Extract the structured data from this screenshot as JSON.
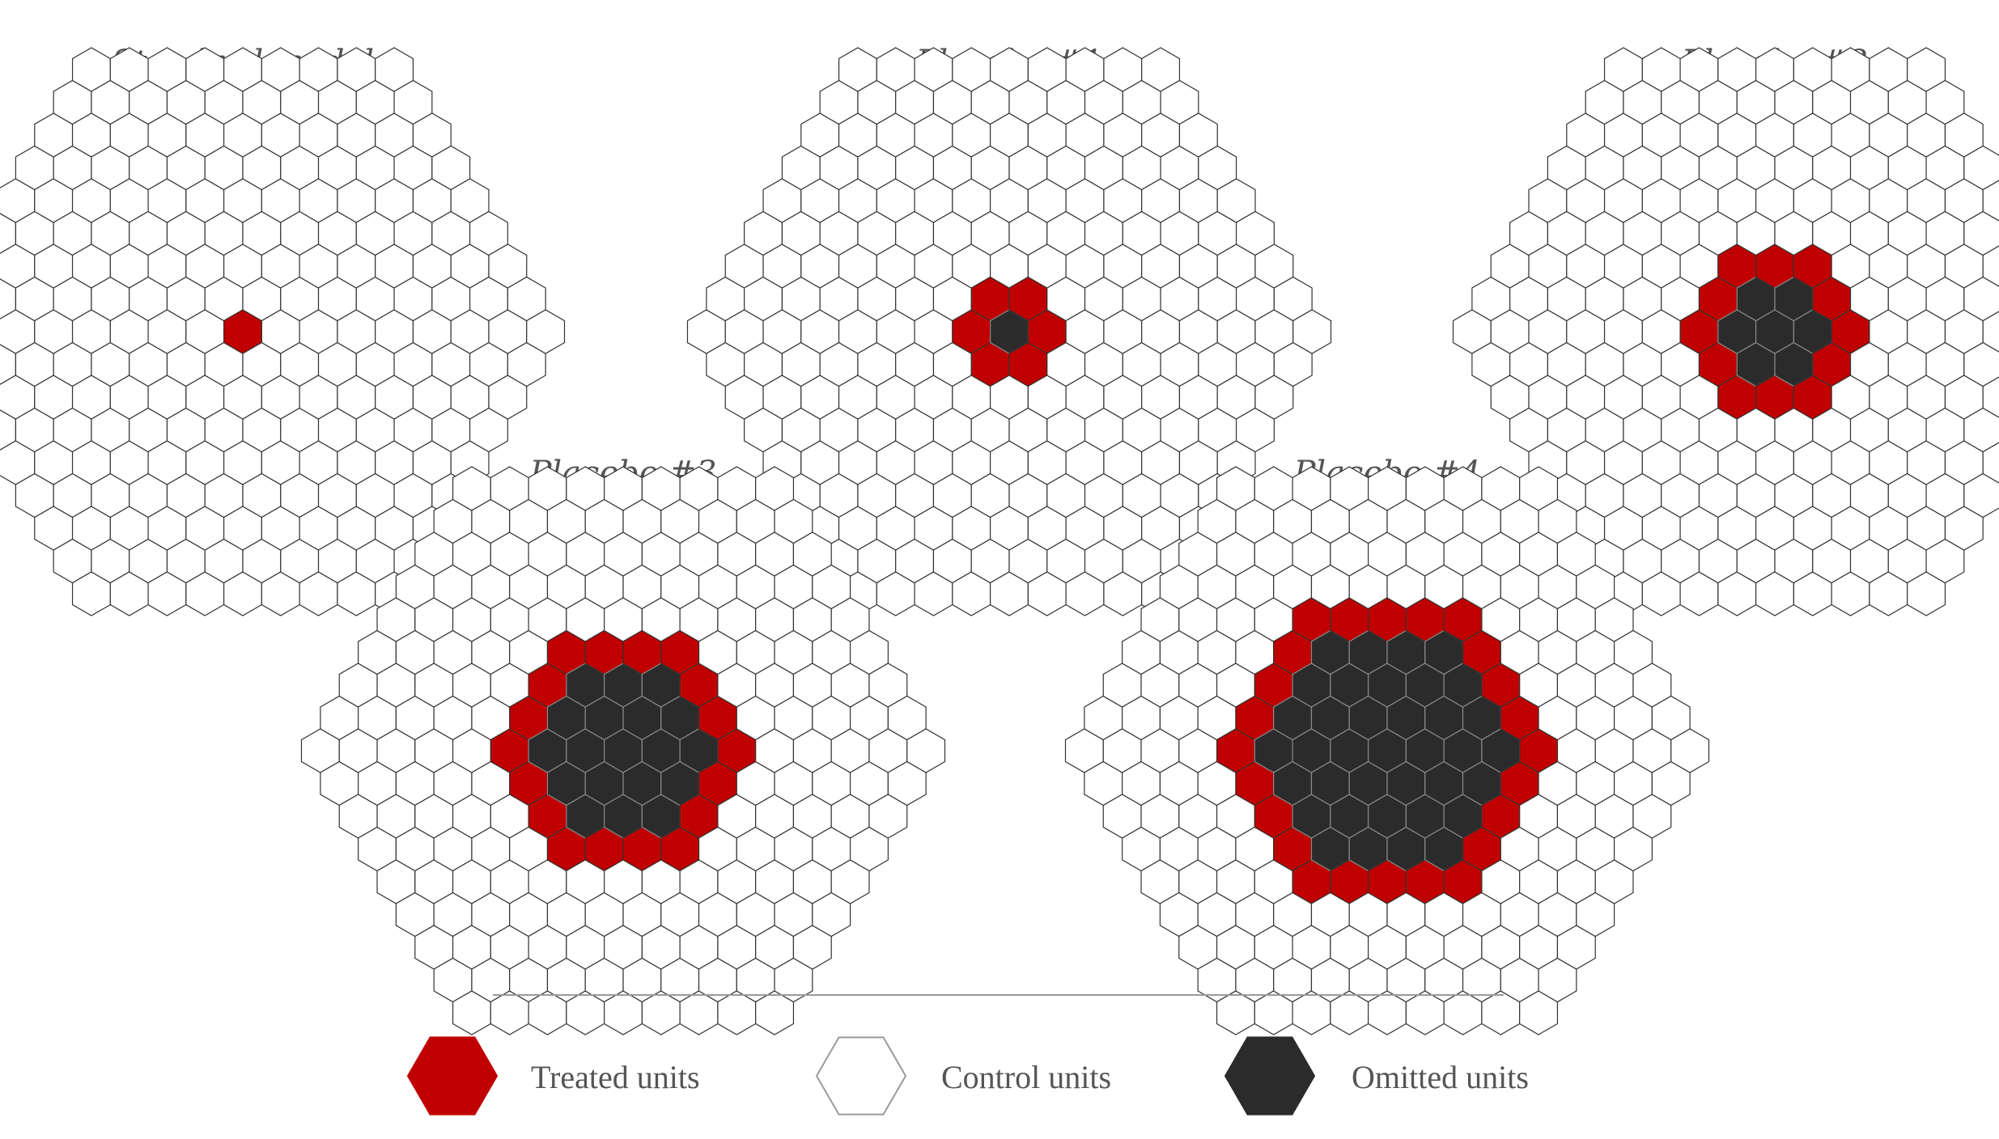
{
  "colors": {
    "treated": "#c00000",
    "control": "#ffffff",
    "omitted": "#2b2b2b",
    "outline": "#333333",
    "title_text": "#555555"
  },
  "grid": {
    "hex_radius": 8
  },
  "panels": [
    {
      "id": "standard",
      "title": "Standard model",
      "omitted_radius": -1,
      "treated_radius": 0
    },
    {
      "id": "placebo-1",
      "title": "Placebo #1",
      "omitted_radius": 0,
      "treated_radius": 1
    },
    {
      "id": "placebo-2",
      "title": "Placebo #2",
      "omitted_radius": 1,
      "treated_radius": 2
    },
    {
      "id": "placebo-3",
      "title": "Placebo #3",
      "omitted_radius": 2,
      "treated_radius": 3
    },
    {
      "id": "placebo-4",
      "title": "Placebo #4",
      "omitted_radius": 3,
      "treated_radius": 4
    }
  ],
  "legend": [
    {
      "key": "treated",
      "label": "Treated units"
    },
    {
      "key": "control",
      "label": "Control units"
    },
    {
      "key": "omitted",
      "label": "Omitted units"
    }
  ]
}
